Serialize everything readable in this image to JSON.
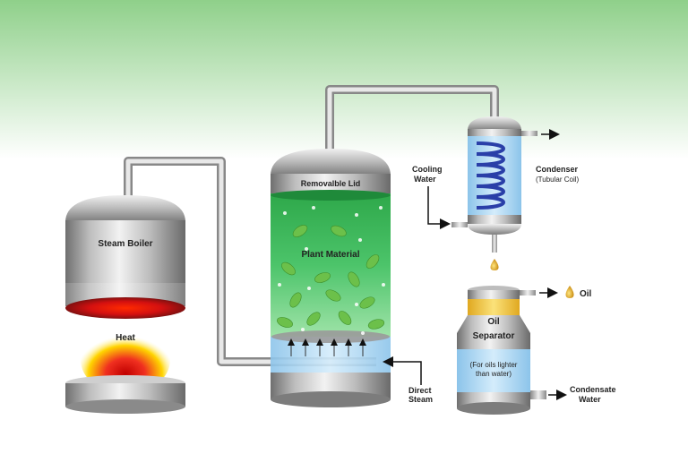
{
  "labels": {
    "steam_boiler": "Steam Boiler",
    "heat": "Heat",
    "removable_lid": "Removalble Lid",
    "plant_material": "Plant Material",
    "direct_steam_1": "Direct",
    "direct_steam_2": "Steam",
    "cooling_water_1": "Cooling",
    "cooling_water_2": "Water",
    "condenser": "Condenser",
    "condenser_sub": "(Tubular Coil)",
    "oil": "Oil",
    "separator_1": "Oil",
    "separator_2": "Separator",
    "separator_note_1": "(For oils lighter",
    "separator_note_2": "than water)",
    "condensate_1": "Condensate",
    "condensate_2": "Water"
  },
  "colors": {
    "background_top": "#8fd08a",
    "metal_light": "#e6e6e6",
    "metal_mid": "#a8a8a8",
    "metal_dark": "#6f6f6f",
    "plant_green": "#3bb54a",
    "leaf_green": "#6cc04a",
    "water_blue": "#a9d4f2",
    "coil_blue": "#2a3fa8",
    "oil_yellow": "#f0c23a",
    "heat_red": "#e02020",
    "heat_yellow": "#ffd400"
  }
}
